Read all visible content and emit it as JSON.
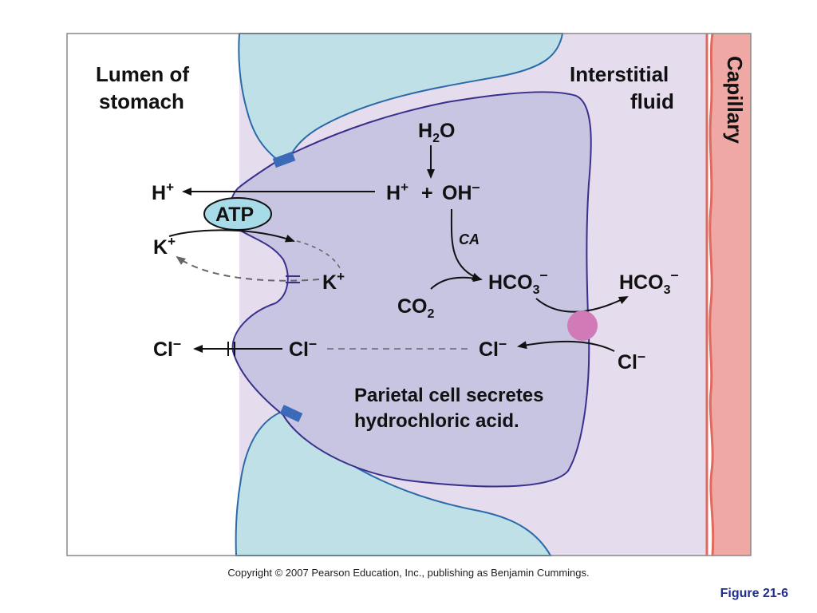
{
  "regions": {
    "lumen_line1": "Lumen of",
    "lumen_line2": "stomach",
    "interstitial_line1": "Interstitial",
    "interstitial_line2": "fluid",
    "capillary": "Capillary"
  },
  "molecules": {
    "water": {
      "base": "H",
      "sub": "2",
      "rest": "O"
    },
    "h_plus_lumen": {
      "base": "H",
      "sup": "+"
    },
    "h_plus_cell": {
      "base": "H",
      "sup": "+"
    },
    "plus_sign": "+",
    "hydroxide": {
      "base": "OH",
      "sup": "–"
    },
    "atp": "ATP",
    "k_plus_lumen": {
      "base": "K",
      "sup": "+"
    },
    "k_plus_cell": {
      "base": "K",
      "sup": "+"
    },
    "carbonic_anhydrase": "CA",
    "co2": {
      "base": "CO",
      "sub": "2"
    },
    "bicarbonate_cell": {
      "base": "HCO",
      "sub": "3",
      "sup": "–"
    },
    "bicarbonate_fluid": {
      "base": "HCO",
      "sub": "3",
      "sup": "–"
    },
    "cl_lumen": {
      "base": "Cl",
      "sup": "–"
    },
    "cl_cell_apical": {
      "base": "Cl",
      "sup": "–"
    },
    "cl_cell_basal": {
      "base": "Cl",
      "sup": "–"
    },
    "cl_fluid": {
      "base": "Cl",
      "sup": "–"
    }
  },
  "caption": {
    "line1": "Parietal cell secretes",
    "line2": "hydrochloric acid."
  },
  "footer": {
    "copyright": "Copyright © 2007 Pearson Education, Inc., publishing as Benjamin Cummings.",
    "figure_number": "Figure 21-6"
  },
  "colors": {
    "lumen": "#ffffff",
    "interstitial": "#e5dcee",
    "parietal_cell": "#c7c5e2",
    "cell_outline": "#3a2f8a",
    "neighbor_cells": "#bfe0e6",
    "neighbor_outline": "#2a6aa8",
    "tight_junction": "#3a6ab8",
    "capillary": "#f0a8a4",
    "capillary_wall": "#e06a5e",
    "atp_fill": "#a8dbe8",
    "exchanger": "#d27ab8"
  }
}
